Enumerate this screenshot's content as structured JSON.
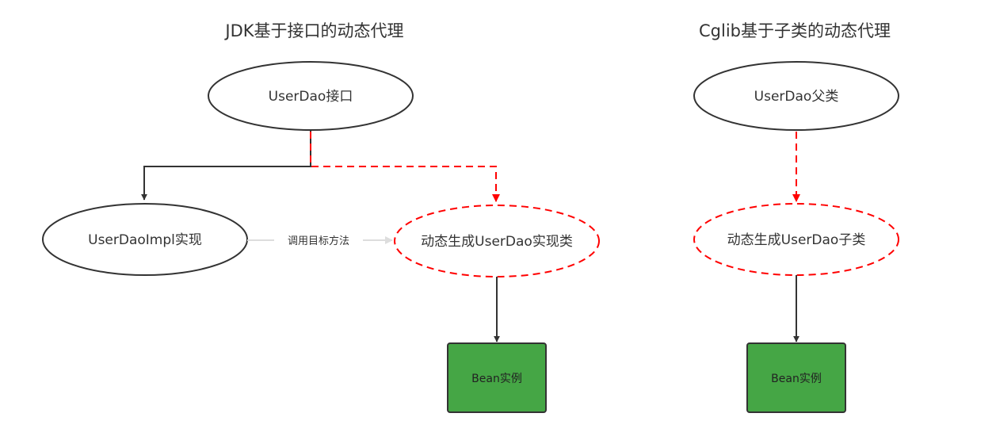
{
  "colors": {
    "stroke": "#333333",
    "dashed_red": "#ff0000",
    "gray_edge": "#cccccc",
    "box_fill": "#45a645",
    "box_border": "#333333"
  },
  "jdk": {
    "title": "JDK基于接口的动态代理",
    "interface_node": "UserDao接口",
    "impl_node": "UserDaoImpl实现",
    "proxy_node": "动态生成UserDao实现类",
    "edge_label": "调用目标方法",
    "bean_node": "Bean实例"
  },
  "cglib": {
    "title": "Cglib基于子类的动态代理",
    "parent_node": "UserDao父类",
    "proxy_node": "动态生成UserDao子类",
    "bean_node": "Bean实例"
  }
}
